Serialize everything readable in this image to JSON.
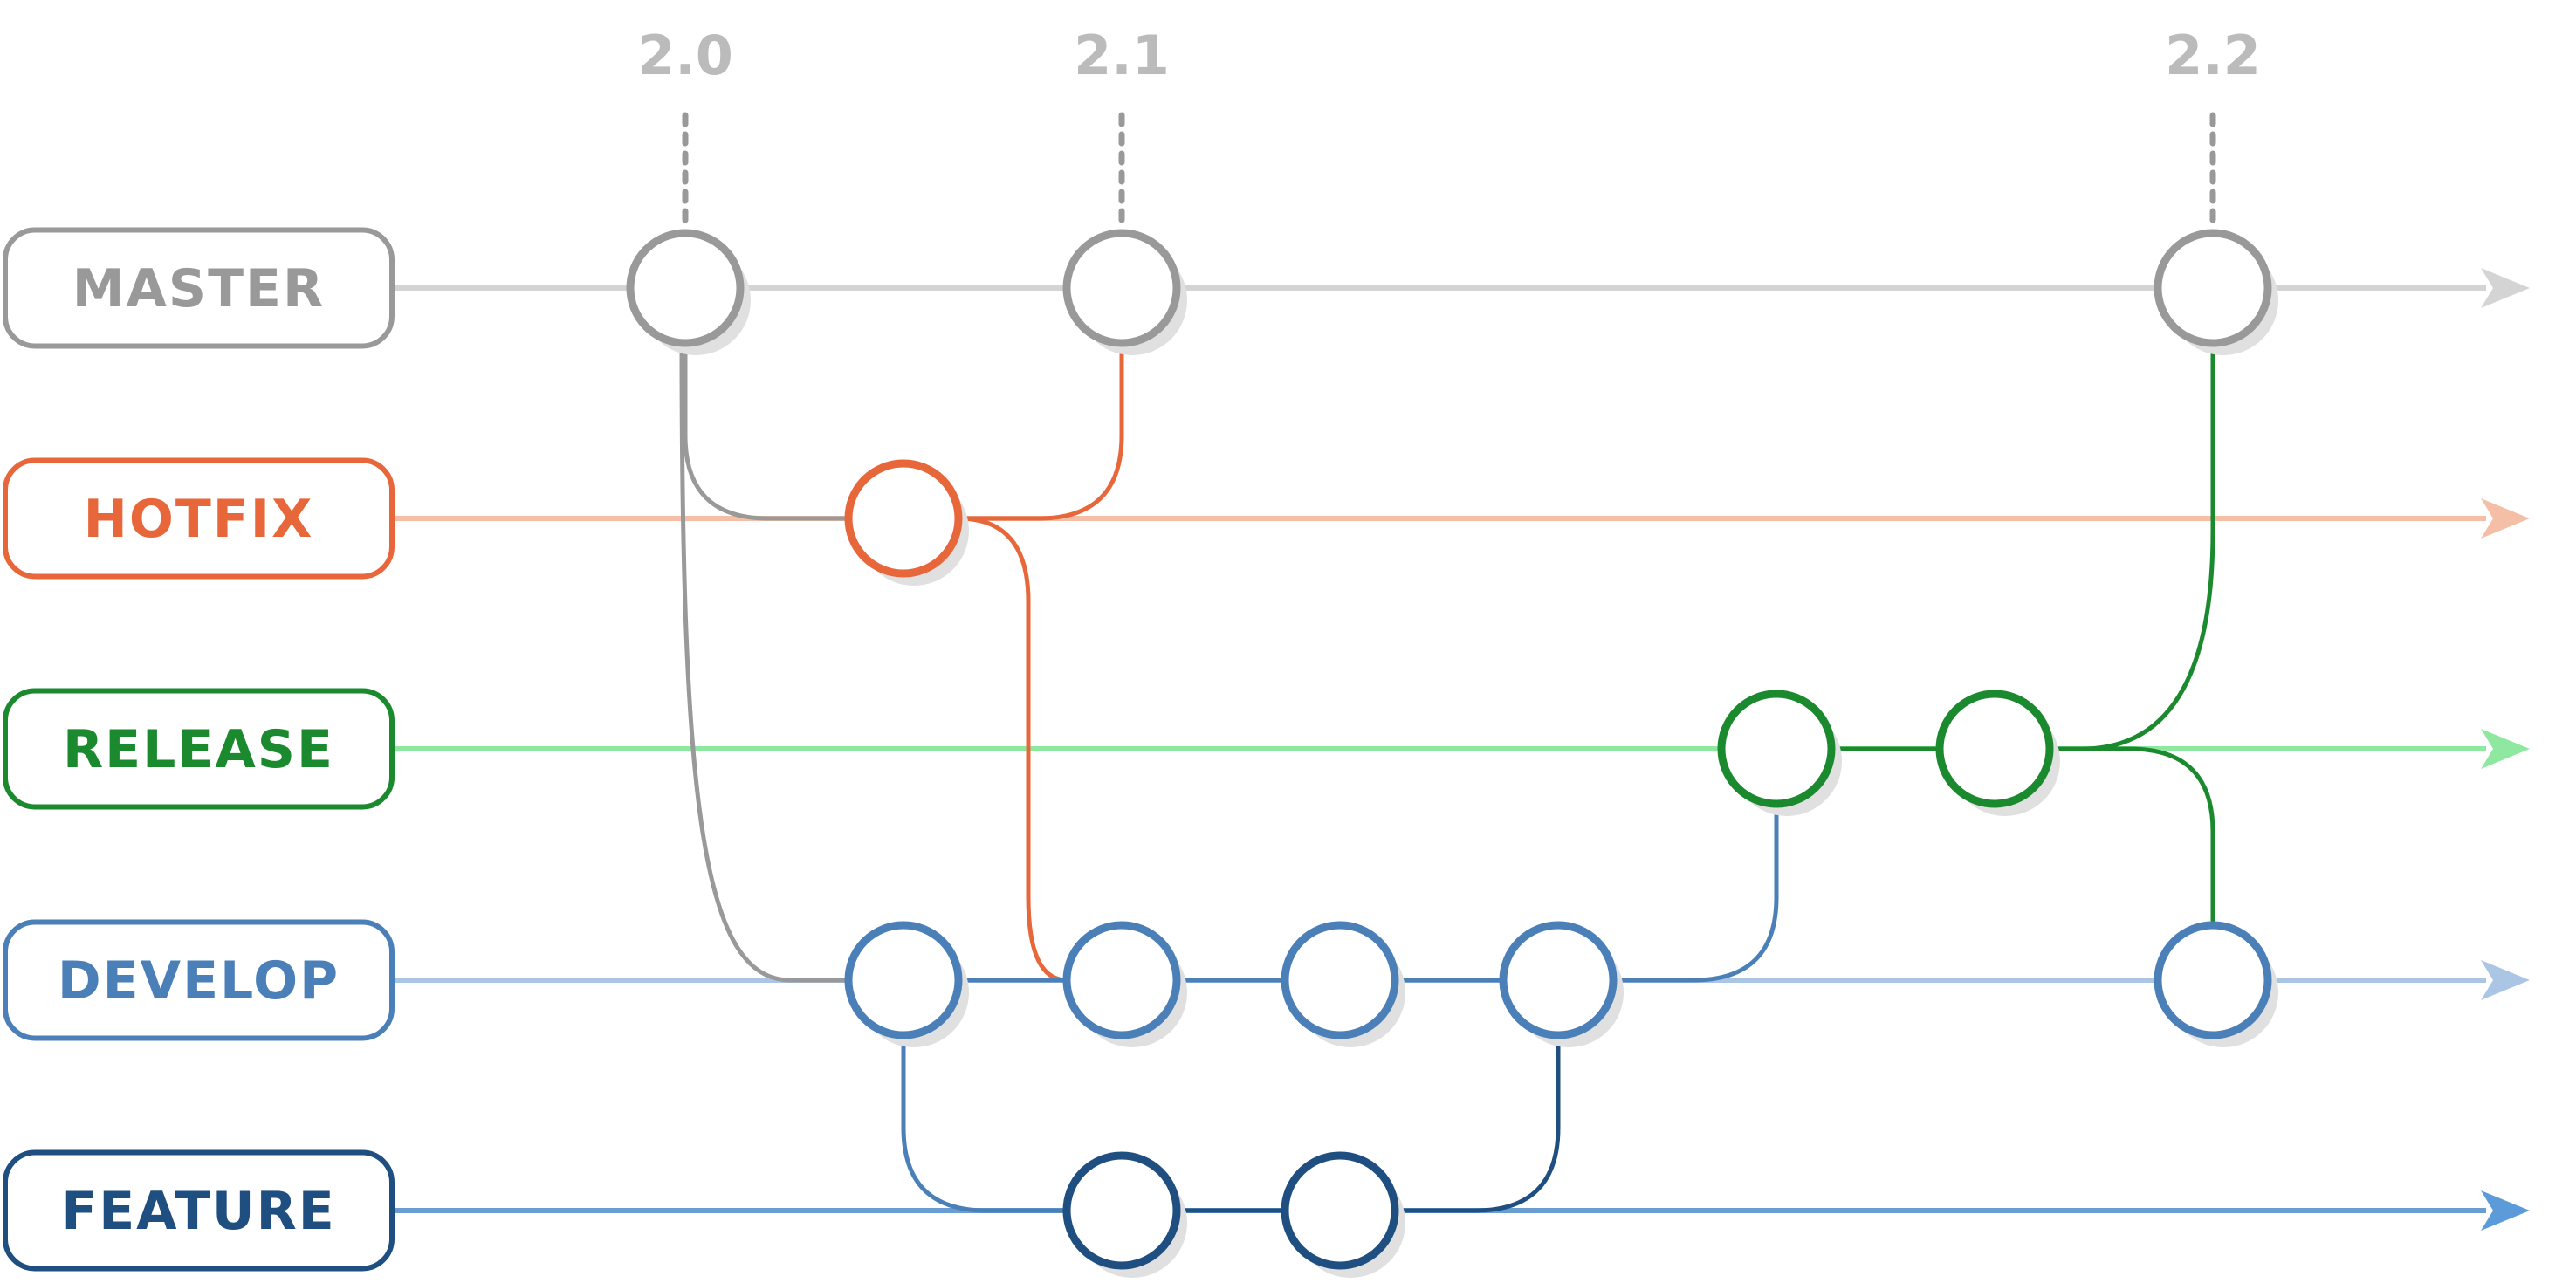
{
  "branches": [
    {
      "id": "master",
      "label": "MASTER",
      "color": "#999999",
      "line_color": "#d4d4d4",
      "arrow_color": "#d4d4d4"
    },
    {
      "id": "hotfix",
      "label": "HOTFIX",
      "color": "#e8673a",
      "line_color": "#f5bfa7",
      "arrow_color": "#f5bfa7"
    },
    {
      "id": "release",
      "label": "RELEASE",
      "color": "#1b8a2e",
      "line_color": "#8fe89f",
      "arrow_color": "#8fe89f"
    },
    {
      "id": "develop",
      "label": "DEVELOP",
      "color": "#4a7fb8",
      "line_color": "#aac6e4",
      "arrow_color": "#aac6e4"
    },
    {
      "id": "feature",
      "label": "FEATURE",
      "color": "#1f4e80",
      "line_color": "#6a9ed3",
      "arrow_color": "#5b9bd9"
    }
  ],
  "tags": [
    {
      "label": "2.0",
      "commit": "m1"
    },
    {
      "label": "2.1",
      "commit": "m2"
    },
    {
      "label": "2.2",
      "commit": "m3"
    }
  ],
  "colors": {
    "tag_text": "#bbbbbb",
    "tag_line": "#999999",
    "shadow": "#e0e0e0"
  }
}
